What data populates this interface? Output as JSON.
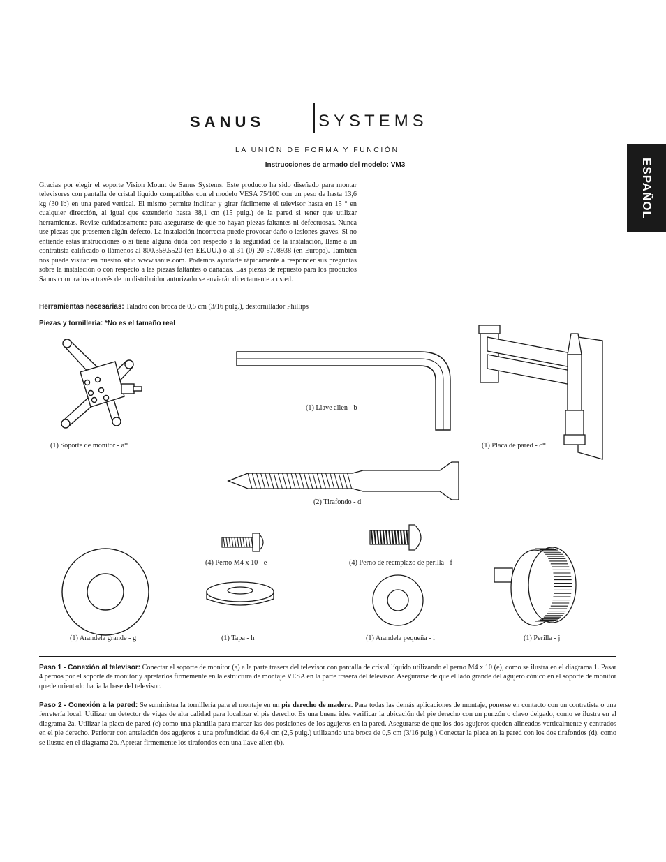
{
  "brand": {
    "name_bold": "SANUS",
    "name_thin": "SYSTEMS",
    "tagline": "LA UNIÓN DE FORMA Y FUNCIÓN"
  },
  "title": "Instrucciones de armado del modelo: VM3",
  "language_tab": "ESPAÑOL",
  "intro": "Gracias por elegir el soporte Vision Mount de Sanus Systems. Este producto ha sido diseñado para montar televisores con pantalla de cristal líquido compatibles con el modelo VESA 75/100 con un peso de hasta 13,6 kg (30 lb) en una pared vertical. El mismo permite inclinar y girar fácilmente el televisor hasta en 15 ° en cualquier dirección, al igual que extenderlo hasta 38,1 cm (15 pulg.) de la pared si tener que utilizar herramientas. Revise cuidadosamente para asegurarse de que no hayan piezas faltantes ni defectuosas. Nunca use piezas que presenten algún defecto. La instalación incorrecta puede provocar daño o lesiones graves. Si no entiende estas instrucciones o si tiene alguna duda con respecto a la seguridad de la instalación, llame a un contratista calificado o llámenos al 800.359.5520 (en EE.UU.) o al 31 (0) 20 5708938 (en Europa). También nos puede visitar en nuestro sitio www.sanus.com. Podemos ayudarle rápidamente a responder sus preguntas sobre la instalación o con respecto a las piezas faltantes o dañadas. Las piezas de repuesto para los productos Sanus comprados a través de un distribuidor autorizado se enviarán directamente a usted.",
  "tools": {
    "label": "Herramientas necesarias:",
    "text": " Taladro con broca de 0,5 cm (3/16 pulg.), destornillador Phillips"
  },
  "pieces_heading": "Piezas y tornillería: *No es el tamaño real",
  "parts": {
    "a": "(1) Soporte de monitor - a*",
    "b": "(1) Llave allen - b",
    "c": "(1) Placa de pared - c*",
    "d": "(2) Tirafondo - d",
    "e": "(4) Perno M4 x 10 - e",
    "f": "(4) Perno de reemplazo de perilla - f",
    "g": "(1) Arandela grande - g",
    "h": "(1) Tapa - h",
    "i": "(1) Arandela pequeña - i",
    "j": "(1) Perilla - j"
  },
  "step1": {
    "label": "Paso 1 - Conexión al televisor:",
    "text": "  Conectar el soporte de monitor (a) a la parte trasera del televisor con pantalla de cristal líquido utilizando el perno M4 x 10 (e), como se ilustra en el diagrama 1. Pasar 4 pernos por el soporte de monitor y apretarlos firmemente en la estructura de montaje VESA en la parte trasera del televisor. Asegurarse de que el lado grande del agujero cónico en el soporte de monitor quede orientado hacia la base del televisor."
  },
  "step2": {
    "label": "Paso 2 - Conexión a la pared:",
    "text_a": " Se suministra la tornillería para el montaje en un ",
    "text_bold": "pie derecho de madera",
    "text_b": ". Para todas las demás aplicaciones de montaje, ponerse en contacto con un contratista o una ferretería local. Utilizar un detector de vigas de alta calidad para localizar el pie derecho. Es una buena idea verificar la ubicación del pie derecho con un punzón o clavo delgado, como se ilustra en el diagrama 2a. Utilizar la placa de pared (c) como una plantilla para marcar las dos posiciones de los agujeros en la pared. Asegurarse de que los dos agujeros queden alineados verticalmente y centrados en el pie derecho. Perforar con antelación dos agujeros a una profundidad de 6,4 cm (2,5 pulg.) utilizando una broca de 0,5 cm (3/16 pulg.) Conectar la placa en la pared con los dos tirafondos (d), como se ilustra en el diagrama 2b. Apretar firmemente los tirafondos con una llave allen (b)."
  }
}
